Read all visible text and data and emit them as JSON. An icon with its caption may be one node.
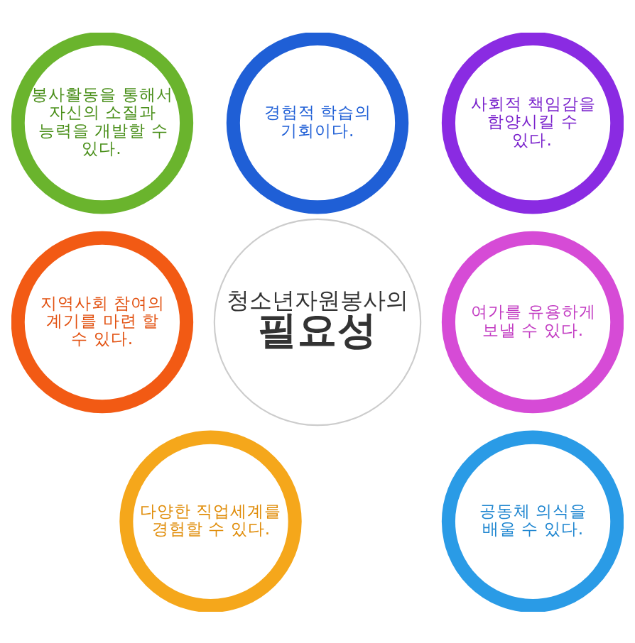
{
  "diagram": {
    "nodes": [
      {
        "text": [
          "청소년자원봉사의",
          "필요성"
        ]
      },
      {
        "text": [
          "경험적 학습의 기회이다."
        ]
      },
      {
        "text": [
          "봉사활동을 통해서 자신의 소질과 능력을 개발할 수 있다."
        ]
      },
      {
        "text": [
          "지역사회 참여의 계기를 마련 할 수 있다."
        ]
      },
      {
        "text": [
          "다양한 직업세계를 경험할 수 있다."
        ]
      },
      {
        "text": [
          "공동체 의식을 배울 수 있다."
        ]
      },
      {
        "text": [
          "여가를 유용하게 보낼 수 있다."
        ]
      },
      {
        "text": [
          "사회적 책임감을 함양시킬 수 있다."
        ]
      }
    ],
    "edges": []
  }
}
